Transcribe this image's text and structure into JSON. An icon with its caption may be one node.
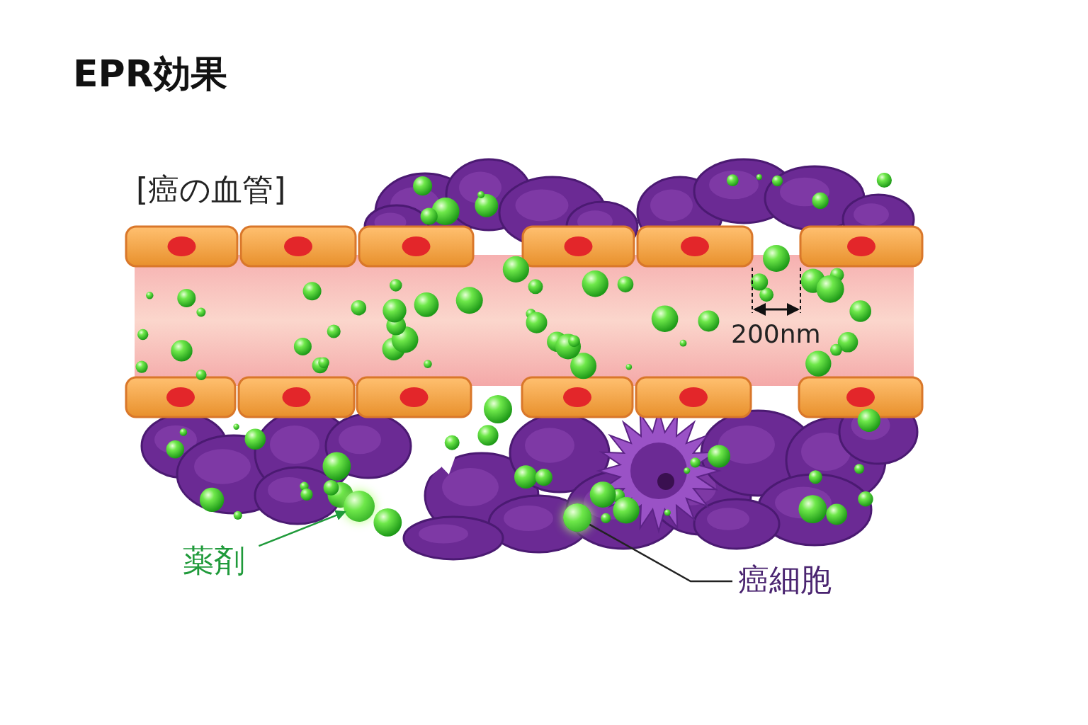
{
  "diagram": {
    "title": "EPR効果",
    "nodes": [
      {
        "text": [
          "薬剤"
        ]
      },
      {
        "text": [],
        "shape": "circle"
      },
      {
        "text": [
          "癌細胞"
        ]
      },
      {
        "text": [],
        "shape": "circle"
      }
    ],
    "edges": [
      {
        "from": 0,
        "to": 1,
        "arrow": "to",
        "color": "#1f9a3a"
      },
      {
        "from": 2,
        "to": 3,
        "arrow": "none",
        "color": "#222222"
      }
    ],
    "labels": [
      "[癌の血管]",
      "200nm"
    ]
  }
}
